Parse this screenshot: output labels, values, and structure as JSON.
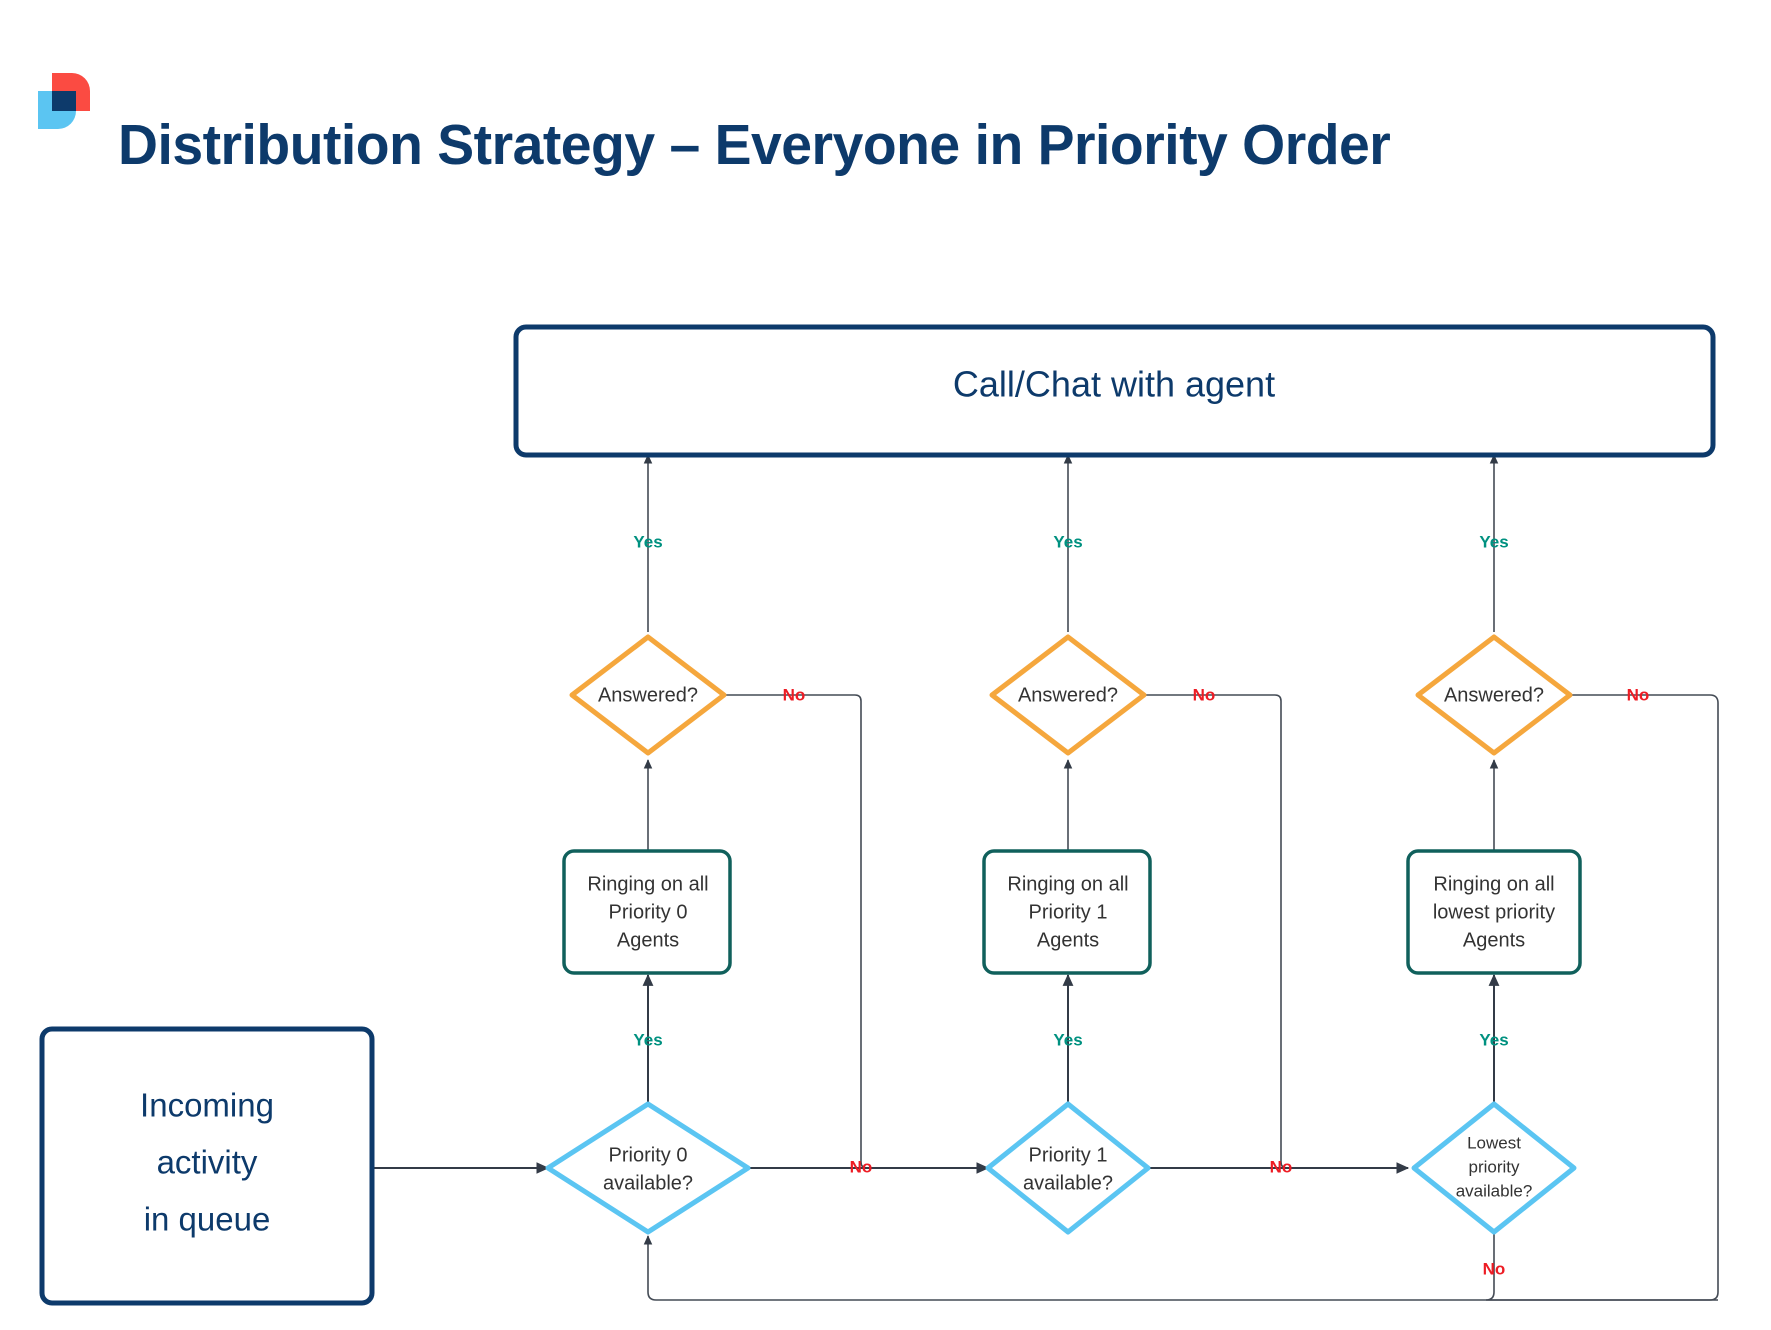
{
  "header": {
    "title": "Distribution Strategy – Everyone in Priority Order",
    "logo_name": "8x8-logo-icon",
    "logo_colors": {
      "red": "#fb4b42",
      "light_blue": "#5bc5f2",
      "navy": "#0d3a6b"
    }
  },
  "colors": {
    "title_navy": "#0d3a6b",
    "box_navy_border": "#0d3a6b",
    "process_teal_border": "#10605c",
    "decision_orange_border": "#f5a73d",
    "decision_blue_border": "#5bc5f2",
    "yes_green": "#009180",
    "no_red": "#ed1c24",
    "connector_gray": "#333b47",
    "node_text": "#333333"
  },
  "diagram": {
    "type": "flowchart",
    "start_node": {
      "name": "incoming-activity-box",
      "shape": "rounded-rect",
      "lines": [
        "Incoming",
        "activity",
        "in queue"
      ],
      "border_color": "#0d3a6b"
    },
    "terminal_node": {
      "name": "call-chat-with-agent-box",
      "shape": "rounded-rect",
      "label": "Call/Chat with agent",
      "border_color": "#0d3a6b"
    },
    "columns": [
      {
        "index": 0,
        "availability_decision": {
          "name": "priority-0-available-decision",
          "shape": "diamond",
          "lines": [
            "Priority 0",
            "available?"
          ],
          "border_color": "#5bc5f2",
          "yes_label": "Yes",
          "no_label": "No"
        },
        "process": {
          "name": "ringing-priority-0-agents-box",
          "shape": "rounded-rect",
          "lines": [
            "Ringing on all",
            "Priority 0",
            "Agents"
          ],
          "border_color": "#10605c"
        },
        "answered_decision": {
          "name": "answered-decision-0",
          "shape": "diamond",
          "label": "Answered?",
          "border_color": "#f5a73d",
          "yes_label": "Yes",
          "no_label": "No"
        }
      },
      {
        "index": 1,
        "availability_decision": {
          "name": "priority-1-available-decision",
          "shape": "diamond",
          "lines": [
            "Priority 1",
            "available?"
          ],
          "border_color": "#5bc5f2",
          "yes_label": "Yes",
          "no_label": "No"
        },
        "process": {
          "name": "ringing-priority-1-agents-box",
          "shape": "rounded-rect",
          "lines": [
            "Ringing on all",
            "Priority 1",
            "Agents"
          ],
          "border_color": "#10605c"
        },
        "answered_decision": {
          "name": "answered-decision-1",
          "shape": "diamond",
          "label": "Answered?",
          "border_color": "#f5a73d",
          "yes_label": "Yes",
          "no_label": "No"
        }
      },
      {
        "index": 2,
        "availability_decision": {
          "name": "lowest-priority-available-decision",
          "shape": "diamond",
          "lines": [
            "Lowest",
            "priority",
            "available?"
          ],
          "border_color": "#5bc5f2",
          "yes_label": "Yes",
          "no_label": "No"
        },
        "process": {
          "name": "ringing-lowest-priority-agents-box",
          "shape": "rounded-rect",
          "lines": [
            "Ringing on all",
            "lowest priority",
            "Agents"
          ],
          "border_color": "#10605c"
        },
        "answered_decision": {
          "name": "answered-decision-2",
          "shape": "diamond",
          "label": "Answered?",
          "border_color": "#f5a73d",
          "yes_label": "Yes",
          "no_label": "No"
        }
      }
    ]
  }
}
